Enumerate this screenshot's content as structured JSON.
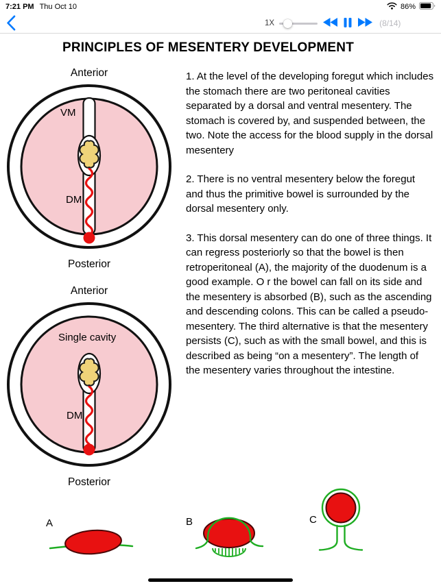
{
  "status_bar": {
    "time": "7:21 PM",
    "date": "Thu Oct 10",
    "battery_percent": "86%"
  },
  "nav_bar": {
    "speed_label": "1X",
    "page_indicator": "(8/14)"
  },
  "page_title": "PRINCIPLES OF MESENTERY DEVELOPMENT",
  "figure1": {
    "top_label": "Anterior",
    "vm_label": "VM",
    "dm_label": "DM",
    "bottom_label": "Posterior"
  },
  "figure2": {
    "top_label": "Anterior",
    "cavity_label": "Single cavity",
    "dm_label": "DM",
    "bottom_label": "Posterior"
  },
  "paragraphs": [
    "1. At the level of the developing foregut which includes the stomach there are two peritoneal cavities separated by a dorsal and ventral mesentery. The stomach is covered by, and suspended between, the two. Note the access for the blood supply in the dorsal mesentery",
    "2. There is no ventral mesentery below the foregut and thus the primitive bowel is surrounded by the dorsal mesentery only.",
    "3. This dorsal mesentery can do one of three things. It can regress posteriorly so that the bowel is then retroperitoneal (A), the majority of the duodenum is a good example. O r the bowel can fall on its side and the mesentery is absorbed (B), such as the ascending and descending colons. This can be called a pseudo-mesentery. The third alternative is that the mesentery persists (C), such as with the small bowel, and this is described as being “on a mesentery”. The length of the mesentery varies throughout the intestine."
  ],
  "bottom_figures": {
    "a_label": "A",
    "b_label": "B",
    "c_label": "C"
  },
  "colors": {
    "accent_blue": "#007AFF",
    "cavity_pink": "#F7CBD0",
    "gut_yellow": "#EFD379",
    "vessel_red": "#E81111",
    "peritoneum_green": "#1FAD23",
    "muted_gray": "#B9B9BE"
  }
}
